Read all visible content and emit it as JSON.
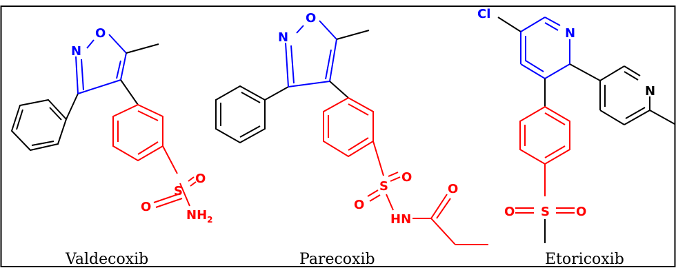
{
  "colors": {
    "ring_blue": "#0000ff",
    "ring_red": "#ff0000",
    "bond_black": "#000000",
    "frame": "#000000"
  },
  "molecules": [
    {
      "name": "Valdecoxib",
      "atoms": {
        "n": "N",
        "o": "O",
        "s": "S",
        "o1": "O",
        "o2": "O",
        "nh": "NH",
        "nh_sub": "2"
      }
    },
    {
      "name": "Parecoxib",
      "atoms": {
        "n": "N",
        "o": "O",
        "s": "S",
        "o1": "O",
        "o2": "O",
        "nh": "HN",
        "co": "O"
      }
    },
    {
      "name": "Etoricoxib",
      "atoms": {
        "cl": "Cl",
        "n1": "N",
        "n2": "N",
        "s": "S",
        "o1": "O",
        "o2": "O"
      }
    }
  ]
}
